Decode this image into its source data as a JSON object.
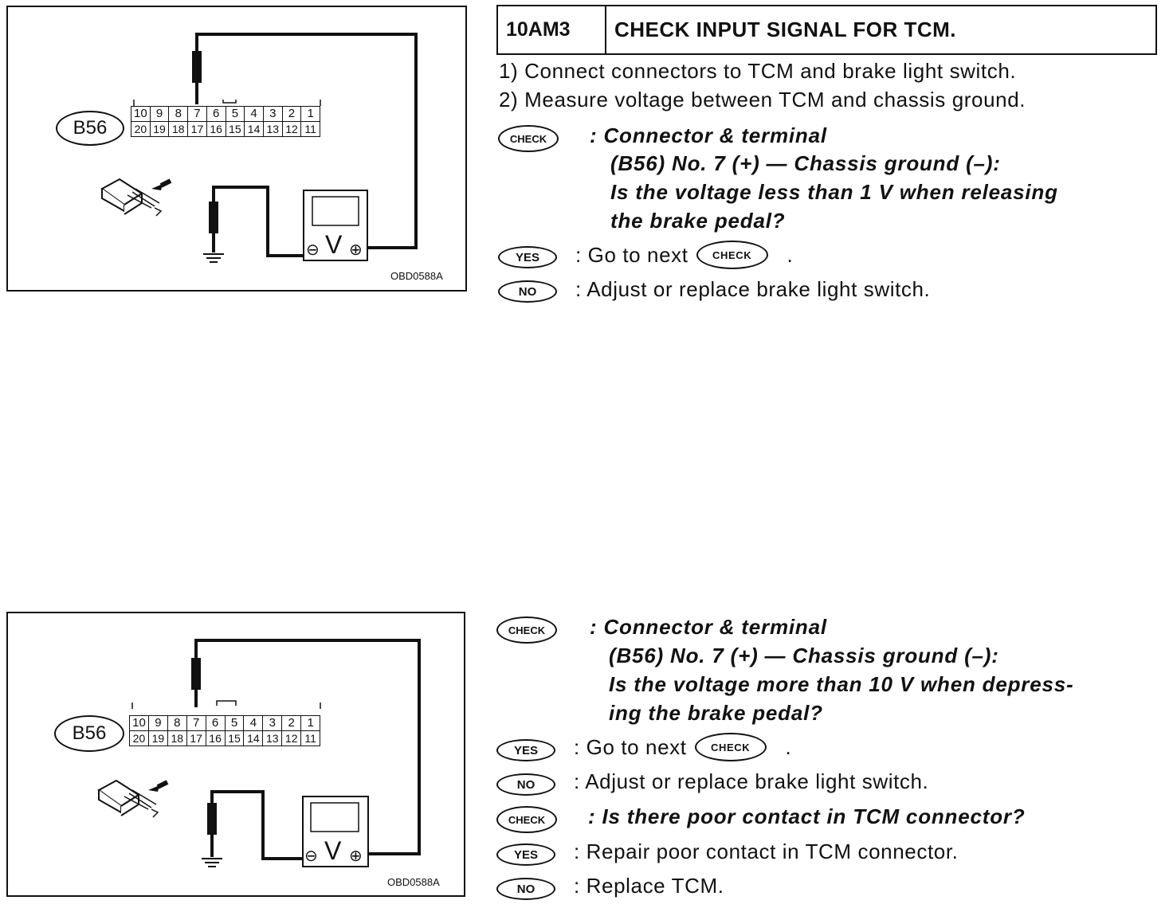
{
  "step": {
    "id": "10AM3",
    "title": "CHECK INPUT SIGNAL FOR TCM."
  },
  "figure": {
    "connector_label": "B56",
    "top_row_pins": [
      "10",
      "9",
      "8",
      "7",
      "6",
      "5",
      "4",
      "3",
      "2",
      "1"
    ],
    "bottom_row_pins": [
      "20",
      "19",
      "18",
      "17",
      "16",
      "15",
      "14",
      "13",
      "12",
      "11"
    ],
    "meter_symbol": "V",
    "minus_symbol": "⊖",
    "plus_symbol": "⊕",
    "figure_code_top": "OBD0588A",
    "figure_code_bottom": "OBD0588A"
  },
  "badges": {
    "check": "CHECK",
    "yes": "YES",
    "no": "NO"
  },
  "procedure": {
    "step1": "1)  Connect connectors to TCM and brake light switch.",
    "step2": "2)  Measure voltage between TCM and chassis ground."
  },
  "check1": {
    "line1": ":  Connector & terminal",
    "line2": "(B56) No. 7 (+) — Chassis ground (–):",
    "line3": "Is the voltage less than 1 V when releasing",
    "line4": "the brake pedal?",
    "yes_prefix": ":  Go to next",
    "yes_suffix": ".",
    "no_text": ":  Adjust or replace brake light switch."
  },
  "check2": {
    "line1": ":  Connector & terminal",
    "line2": "(B56) No. 7 (+) — Chassis ground (–):",
    "line3": "Is the voltage more than 10 V when depress-",
    "line4": "ing the brake pedal?",
    "yes_prefix": ": Go to next",
    "yes_suffix": ".",
    "no_text": ": Adjust or replace brake light switch."
  },
  "check3": {
    "question": ": Is there poor contact in TCM connector?",
    "yes_text": ": Repair poor contact in TCM connector.",
    "no_text": ": Replace TCM."
  }
}
